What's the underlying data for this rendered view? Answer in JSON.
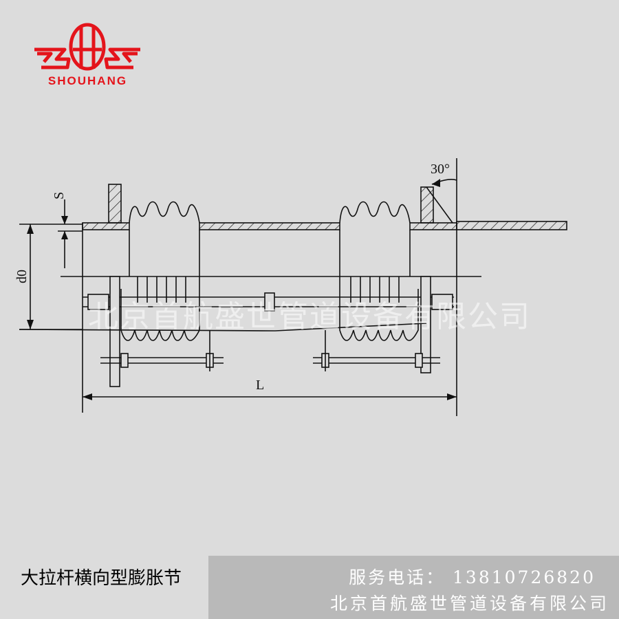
{
  "logo": {
    "text": "SHOUHANG",
    "color": "#e4141b"
  },
  "diagram": {
    "labels": {
      "s": "S",
      "d0": "d0",
      "length": "L",
      "angle": "30°"
    }
  },
  "watermark": {
    "text": "北京首航盛世管道设备有限公司"
  },
  "caption": {
    "title": "大拉杆横向型膨胀节"
  },
  "contact": {
    "phone_line": "服务电话： 13810726820",
    "company_line": "北京首航盛世管道设备有限公司"
  }
}
